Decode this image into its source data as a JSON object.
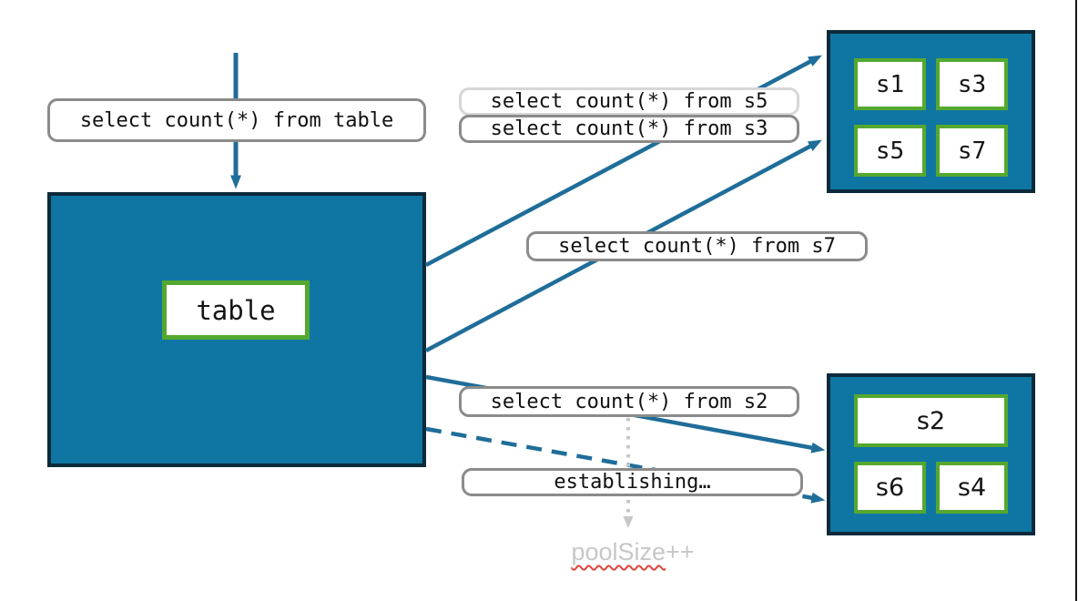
{
  "table_box": {
    "label": "table"
  },
  "queries": {
    "from_table": "select count(*) from table",
    "from_s5": "select count(*) from s5",
    "from_s3": "select count(*) from s3",
    "from_s7": "select count(*) from s7",
    "from_s2": "select count(*) from s2",
    "establishing": "establishing…"
  },
  "shards": {
    "top": [
      "s1",
      "s3",
      "s5",
      "s7"
    ],
    "bottom": [
      "s2",
      "s6",
      "s4"
    ]
  },
  "pool_annotation": {
    "word": "poolSize",
    "operator": "++"
  },
  "colors": {
    "shard_container_fill": "#0f76a3",
    "shard_container_border": "#0c2a3a",
    "node_border_green": "#55a82f",
    "arrow_teal": "#1f6d99",
    "label_border_gray": "#8b8b8b",
    "label_border_faded": "#d7d7d7",
    "faded_gray": "#c7c7c7",
    "spellcheck_red": "#e0443a"
  }
}
